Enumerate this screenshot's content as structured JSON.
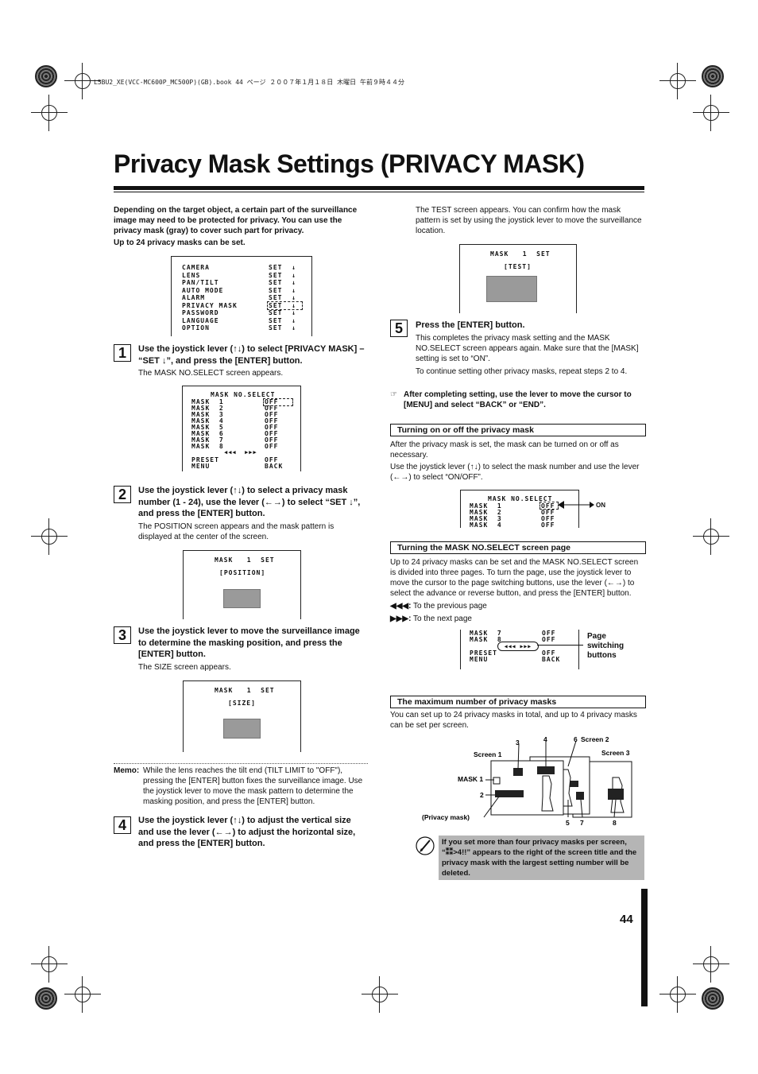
{
  "header": {
    "book_line": "L5BU2_XE(VCC-MC600P_MC500P)(GB).book  44 ページ  ２００７年１月１８日  木曜日  午前９時４４分",
    "title": "Privacy Mask Settings (PRIVACY MASK)"
  },
  "intro": {
    "text": "Depending on the target object, a certain part of the surveillance image may need to be protected for privacy. You can use the privacy mask (gray) to cover such part for privacy.",
    "limit": "Up to 24 privacy masks can be set."
  },
  "menu_screen": {
    "rows": [
      {
        "label": "CAMERA",
        "value": "SET"
      },
      {
        "label": "LENS",
        "value": "SET"
      },
      {
        "label": "PAN/TILT",
        "value": "SET"
      },
      {
        "label": "AUTO MODE",
        "value": "SET"
      },
      {
        "label": "ALARM",
        "value": "SET"
      },
      {
        "label": "PRIVACY MASK",
        "value": "SET"
      },
      {
        "label": "PASSWORD",
        "value": "SET"
      },
      {
        "label": "LANGUAGE",
        "value": "SET"
      },
      {
        "label": "OPTION",
        "value": "SET"
      }
    ],
    "arrow": "↓"
  },
  "step1": {
    "num": "1",
    "text": "Use the joystick lever (↑↓) to select [PRIVACY MASK] – “SET ↓”, and press the [ENTER] button.",
    "note": "The MASK NO.SELECT screen appears."
  },
  "mask_select_screen": {
    "title": "MASK NO.SELECT",
    "rows": [
      {
        "label": "MASK  1",
        "value": "OFF"
      },
      {
        "label": "MASK  2",
        "value": "OFF"
      },
      {
        "label": "MASK  3",
        "value": "OFF"
      },
      {
        "label": "MASK  4",
        "value": "OFF"
      },
      {
        "label": "MASK  5",
        "value": "OFF"
      },
      {
        "label": "MASK  6",
        "value": "OFF"
      },
      {
        "label": "MASK  7",
        "value": "OFF"
      },
      {
        "label": "MASK  8",
        "value": "OFF"
      }
    ],
    "page_buttons": "◀◀◀  ▶▶▶",
    "preset": {
      "label": "PRESET",
      "value": "OFF"
    },
    "menu": {
      "label": "MENU",
      "value": "BACK"
    }
  },
  "step2": {
    "num": "2",
    "text": "Use the joystick lever (↑↓) to select a privacy mask number (1 - 24), use the lever (←→) to select “SET ↓”, and press the [ENTER] button.",
    "note": "The POSITION screen appears and the mask pattern is displayed at the center of the screen."
  },
  "position_screen": {
    "title": "MASK   1  SET",
    "sub": "[POSITION]"
  },
  "step3": {
    "num": "3",
    "text": "Use the joystick lever to move the surveillance image to determine the masking position, and press the [ENTER] button.",
    "note": "The SIZE screen appears."
  },
  "size_screen": {
    "title": "MASK   1  SET",
    "sub": "[SIZE]"
  },
  "memo": {
    "label": "Memo:",
    "text": "While the lens reaches the tilt end (TILT LIMIT to \"OFF\"), pressing the [ENTER] button fixes the surveillance image. Use the joystick lever to move the mask pattern to determine the masking position, and press the [ENTER] button."
  },
  "step4": {
    "num": "4",
    "text": "Use the joystick lever (↑↓) to adjust the vertical size and use the lever (←→) to adjust the horizontal size, and press the [ENTER] button."
  },
  "right_top": {
    "text": "The TEST screen appears. You can confirm how the mask pattern is set by using the joystick lever to move the surveillance location."
  },
  "test_screen": {
    "title": "MASK   1  SET",
    "sub": "[TEST]"
  },
  "step5": {
    "num": "5",
    "text": "Press the [ENTER] button.",
    "note1": "This completes the privacy mask setting and the MASK NO.SELECT screen appears again. Make sure that the [MASK] setting is set to “ON”.",
    "note2": "To continue setting other privacy masks, repeat steps 2 to 4."
  },
  "after_note": {
    "icon": "☞",
    "text": "After completing setting, use the lever to move the cursor to [MENU] and select “BACK” or “END”."
  },
  "section_on_off": {
    "heading": "Turning on or off the privacy mask",
    "p1": "After the privacy mask is set, the mask can be turned on or off as necessary.",
    "p2": "Use the joystick lever (↑↓) to select the mask number and use the lever (←→) to select “ON/OFF”.",
    "screen_title": "MASK NO.SELECT",
    "rows": [
      {
        "label": "MASK  1",
        "value": "OFF"
      },
      {
        "label": "MASK  2",
        "value": "OFF"
      },
      {
        "label": "MASK  3",
        "value": "OFF"
      },
      {
        "label": "MASK  4",
        "value": "OFF"
      }
    ],
    "on_label": "ON"
  },
  "section_page": {
    "heading": "Turning the MASK NO.SELECT screen page",
    "p1": "Up to 24 privacy masks can be set and the MASK NO.SELECT screen is divided into three pages. To turn the page, use the joystick lever to move the cursor to the page switching buttons, use the lever (←→) to select the advance or reverse button, and press the [ENTER] button.",
    "prev_symbol": "◀◀◀:",
    "prev": "To the previous page",
    "next_symbol": "▶▶▶:",
    "next": "To the next page",
    "screen_rows": [
      {
        "label": "MASK  7",
        "value": "OFF"
      },
      {
        "label": "MASK  8",
        "value": "OFF"
      }
    ],
    "buttons": "◀◀◀  ▶▶▶",
    "preset": {
      "label": "PRESET",
      "value": "OFF"
    },
    "menu": {
      "label": "MENU",
      "value": "BACK"
    },
    "callout": "Page switching buttons"
  },
  "section_max": {
    "heading": "The maximum number of privacy masks",
    "p1": "You can set up to 24 privacy masks in total, and up to 4 privacy masks can be set per screen.",
    "labels": {
      "screen1": "Screen 1",
      "screen2": "Screen 2",
      "screen3": "Screen 3",
      "mask1": "MASK 1",
      "privacy": "(Privacy mask)",
      "n2": "2",
      "n3": "3",
      "n4": "4",
      "n5": "5",
      "n6": "6",
      "n7": "7",
      "n8": "8"
    }
  },
  "warning": {
    "text": "If you set more than four privacy masks per screen, “⁑⁑>4!!” appears to the right of the screen title and the privacy mask with the largest setting number will be deleted."
  },
  "page_number": "44"
}
